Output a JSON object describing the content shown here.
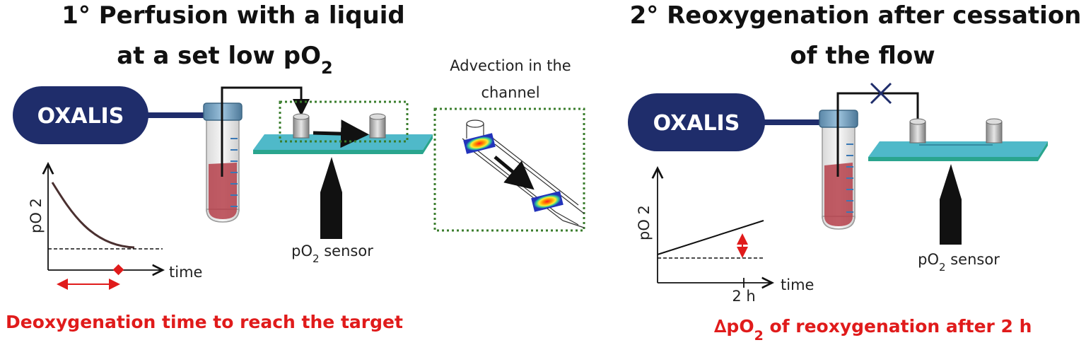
{
  "colors": {
    "navy": "#1f2d6b",
    "red": "#e01b1b",
    "slide_top": "#4fb9c9",
    "slide_edge": "#2aa58e",
    "dotted_box": "#3a7d2c",
    "blood": "#b5404a"
  },
  "panel1": {
    "title_line1": "1° Perfusion with a liquid",
    "title_line2_main": "at a set low pO",
    "title_line2_sub": "2",
    "device": "OXALIS",
    "inset_line1": "Advection in the",
    "inset_line2": "channel",
    "sensor_main": "pO",
    "sensor_sub": "2",
    "sensor_rest": " sensor",
    "graph_ylabel": "pO 2",
    "graph_xlabel": "time",
    "caption": "Deoxygenation time to reach the target"
  },
  "panel2": {
    "title_line1": "2° Reoxygenation after cessation",
    "title_line2": "of the flow",
    "device": "OXALIS",
    "sensor_main": "pO",
    "sensor_sub": "2",
    "sensor_rest": " sensor",
    "graph_ylabel": "pO 2",
    "graph_xlabel": "time",
    "graph_tick": "2 h",
    "caption_delta": "∆",
    "caption_main": "pO",
    "caption_sub": "2",
    "caption_rest": " of reoxygenation after 2 h"
  }
}
